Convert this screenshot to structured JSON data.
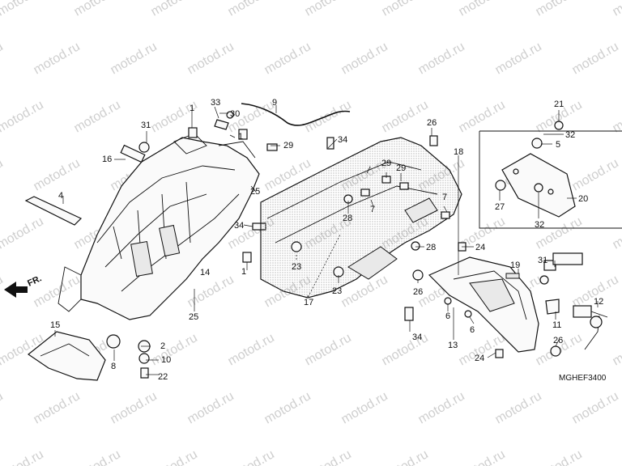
{
  "watermark": "motod.ru",
  "diagram_code": "MGHEF3400",
  "direction_label": "FR.",
  "callouts": [
    "1",
    "1",
    "1",
    "2",
    "4",
    "5",
    "6",
    "6",
    "7",
    "7",
    "8",
    "9",
    "10",
    "11",
    "12",
    "13",
    "14",
    "15",
    "16",
    "17",
    "18",
    "19",
    "20",
    "21",
    "22",
    "23",
    "23",
    "24",
    "24",
    "25",
    "25",
    "26",
    "26",
    "26",
    "27",
    "28",
    "28",
    "29",
    "29",
    "29",
    "30",
    "31",
    "31",
    "32",
    "32",
    "33",
    "34",
    "34",
    "34"
  ]
}
